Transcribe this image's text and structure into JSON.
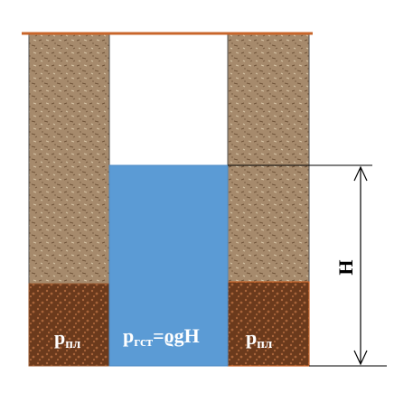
{
  "colors": {
    "surface_line": "#c8652a",
    "soil_fill": "#a68a6c",
    "soil_speckle_dark": "#6e5238",
    "soil_speckle_light": "#d8c6a8",
    "reservoir_fill": "#6b3a1c",
    "reservoir_speckle": "#a8643a",
    "water_fill": "#5b9bd5",
    "water_edge": "#4f8bc4",
    "text_white": "#ffffff",
    "dimension_line": "#000000"
  },
  "labels": {
    "left_pressure": {
      "main": "p",
      "sub": "пл"
    },
    "center_pressure": {
      "main": "p",
      "sub": "гст",
      "formula": "=ϱgH"
    },
    "right_pressure": {
      "main": "p",
      "sub": "пл"
    },
    "height": "H"
  }
}
